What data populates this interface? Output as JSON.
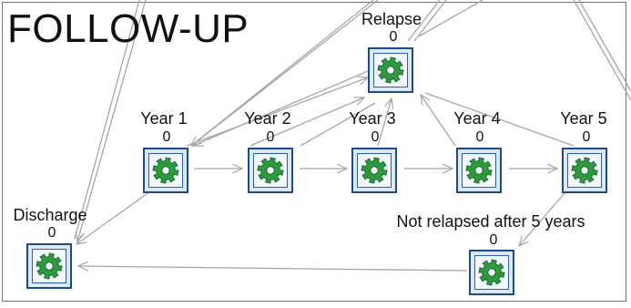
{
  "title": "FOLLOW-UP",
  "colors": {
    "gear": "#2e9a3e",
    "gear_dark": "#1b6b28",
    "edge": "#a6a6a6"
  },
  "nodes": {
    "relapse": {
      "label": "Relapse",
      "count": "0"
    },
    "year1": {
      "label": "Year 1",
      "count": "0"
    },
    "year2": {
      "label": "Year 2",
      "count": "0"
    },
    "year3": {
      "label": "Year 3",
      "count": "0"
    },
    "year4": {
      "label": "Year 4",
      "count": "0"
    },
    "year5": {
      "label": "Year 5",
      "count": "0"
    },
    "discharge": {
      "label": "Discharge",
      "count": "0"
    },
    "not_relapsed": {
      "label": "Not relapsed after 5 years",
      "count": "0"
    }
  },
  "icon": "gear-icon"
}
